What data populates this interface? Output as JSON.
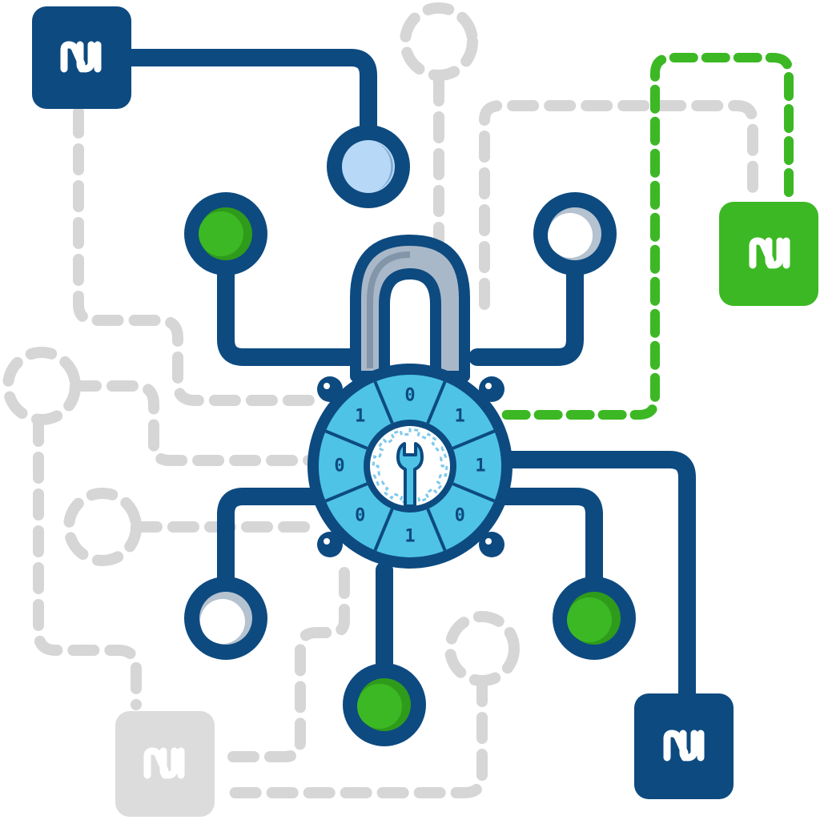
{
  "colors": {
    "navy": "#0d4a80",
    "green": "#3cb824",
    "grey": "#d6d6d6",
    "dial": "#4ec3e6",
    "light_blue": "#b7d8f7",
    "shackle": "#a9b8c8"
  },
  "lock": {
    "icon": "padlock-icon",
    "center_icon": "wrench-gear-icon",
    "dial_digits": [
      "0",
      "1",
      "1",
      "0",
      "1",
      "0",
      "0",
      "1"
    ]
  },
  "logo_icon": "nu-logo-icon"
}
